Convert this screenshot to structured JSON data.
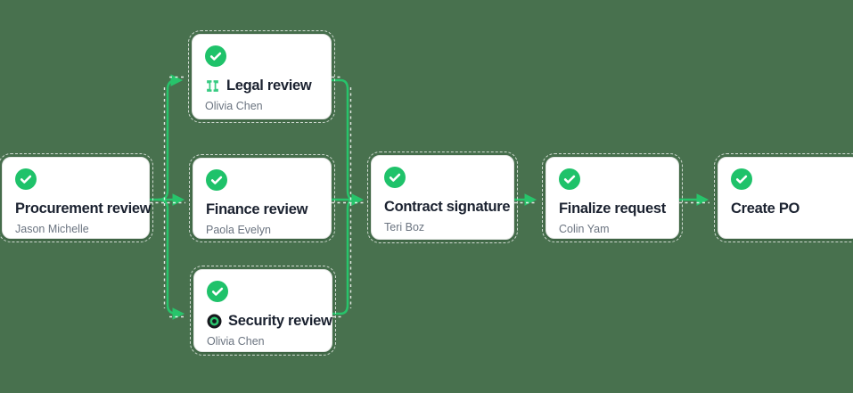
{
  "canvas": {
    "background_color": "#48714e",
    "edge_color": "#27c46b",
    "edge_dash_color": "#ffffff",
    "card_color": "#ffffff",
    "check_color": "#1fc26a"
  },
  "nodes": [
    {
      "id": "procurement",
      "title": "Procurement review",
      "subtitle": "Jason Michelle",
      "status": "complete"
    },
    {
      "id": "legal",
      "title": "Legal review",
      "subtitle": "Olivia Chen",
      "status": "complete",
      "icon": "legal-brackets-icon",
      "icon_color": "#38cb82"
    },
    {
      "id": "finance",
      "title": "Finance review",
      "subtitle": "Paola Evelyn",
      "status": "complete"
    },
    {
      "id": "security",
      "title": "Security review",
      "subtitle": "Olivia Chen",
      "status": "complete",
      "icon": "security-ring-icon",
      "icon_colors": {
        "outer": "#16181d",
        "ring": "#2bc46d"
      }
    },
    {
      "id": "contract",
      "title": "Contract signature",
      "subtitle": "Teri Boz",
      "status": "complete"
    },
    {
      "id": "finalize",
      "title": "Finalize request",
      "subtitle": "Colin Yam",
      "status": "complete"
    },
    {
      "id": "create_po",
      "title": "Create PO",
      "subtitle": "",
      "status": "complete"
    }
  ]
}
